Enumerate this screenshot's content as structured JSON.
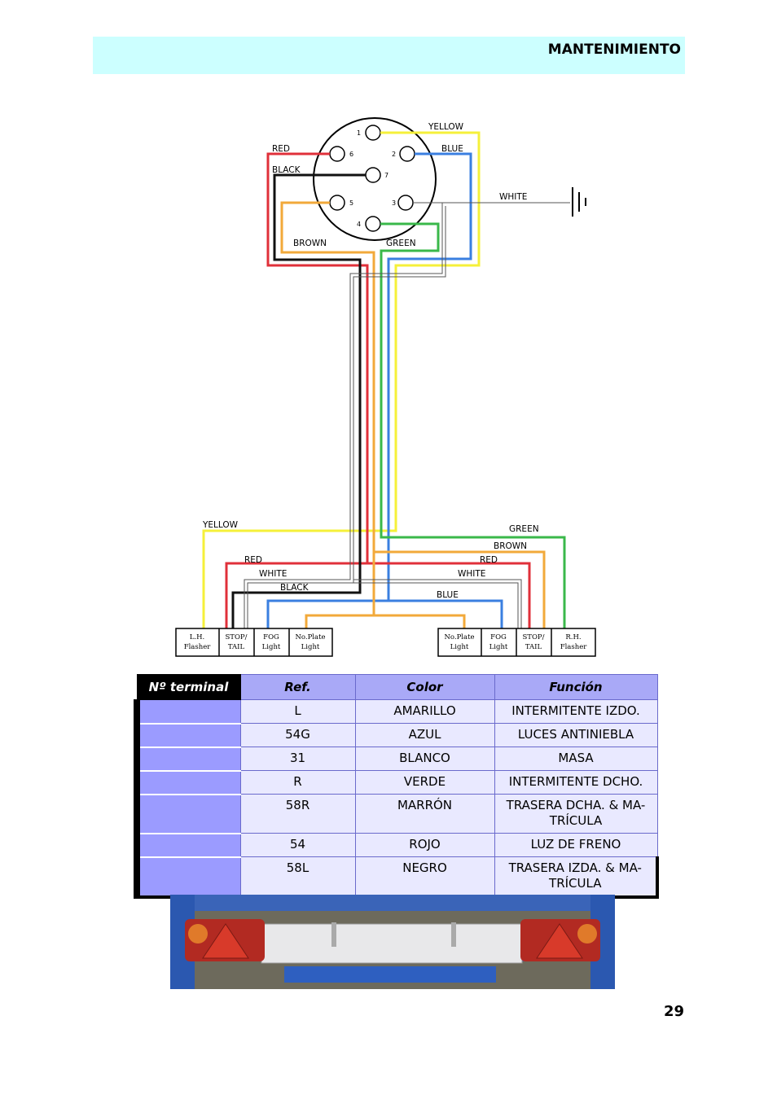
{
  "header": {
    "title": "MANTENIMIENTO"
  },
  "diagram": {
    "pins": [
      "1",
      "2",
      "3",
      "4",
      "5",
      "6",
      "7"
    ],
    "wires_top": {
      "yellow": "YELLOW",
      "red": "RED",
      "blue": "BLUE",
      "black": "BLACK",
      "white": "WHITE",
      "brown": "BROWN",
      "green": "GREEN"
    },
    "wires_bottom_left": {
      "yellow": "YELLOW",
      "red": "RED",
      "white": "WHITE",
      "black": "BLACK"
    },
    "wires_bottom_right": {
      "green": "GREEN",
      "brown": "BROWN",
      "red": "RED",
      "white": "WHITE",
      "blue": "BLUE"
    },
    "left_lamps": [
      [
        "L.H.",
        "Flasher"
      ],
      [
        "STOP/",
        "TAIL"
      ],
      [
        "FOG",
        "Light"
      ],
      [
        "No.Plate",
        "Light"
      ]
    ],
    "right_lamps": [
      [
        "No.Plate",
        "Light"
      ],
      [
        "FOG",
        "Light"
      ],
      [
        "STOP/",
        "TAIL"
      ],
      [
        "R.H.",
        "Flasher"
      ]
    ],
    "colors": {
      "yellow": "#f5f03a",
      "red": "#e0303a",
      "blue": "#3a7fe0",
      "black": "#111111",
      "white": "#888888",
      "brown": "#f2a93a",
      "green": "#3ab84a"
    }
  },
  "table": {
    "headers": [
      "Nº terminal",
      "Ref.",
      "Color",
      "Función"
    ],
    "rows": [
      {
        "ref": "L",
        "color": "AMARILLO",
        "funcion": "INTERMITENTE IZDO."
      },
      {
        "ref": "54G",
        "color": "AZUL",
        "funcion": "LUCES ANTINIEBLA"
      },
      {
        "ref": "31",
        "color": "BLANCO",
        "funcion": "MASA"
      },
      {
        "ref": "R",
        "color": "VERDE",
        "funcion": "INTERMITENTE DCHO."
      },
      {
        "ref": "58R",
        "color": "MARRÓN",
        "funcion": "TRASERA DCHA. & MA-\nTRÍCULA"
      },
      {
        "ref": "54",
        "color": "ROJO",
        "funcion": "LUZ DE FRENO"
      },
      {
        "ref": "58L",
        "color": "NEGRO",
        "funcion": "TRASERA IZDA. & MA-\nTRÍCULA"
      }
    ]
  },
  "page_number": "29"
}
